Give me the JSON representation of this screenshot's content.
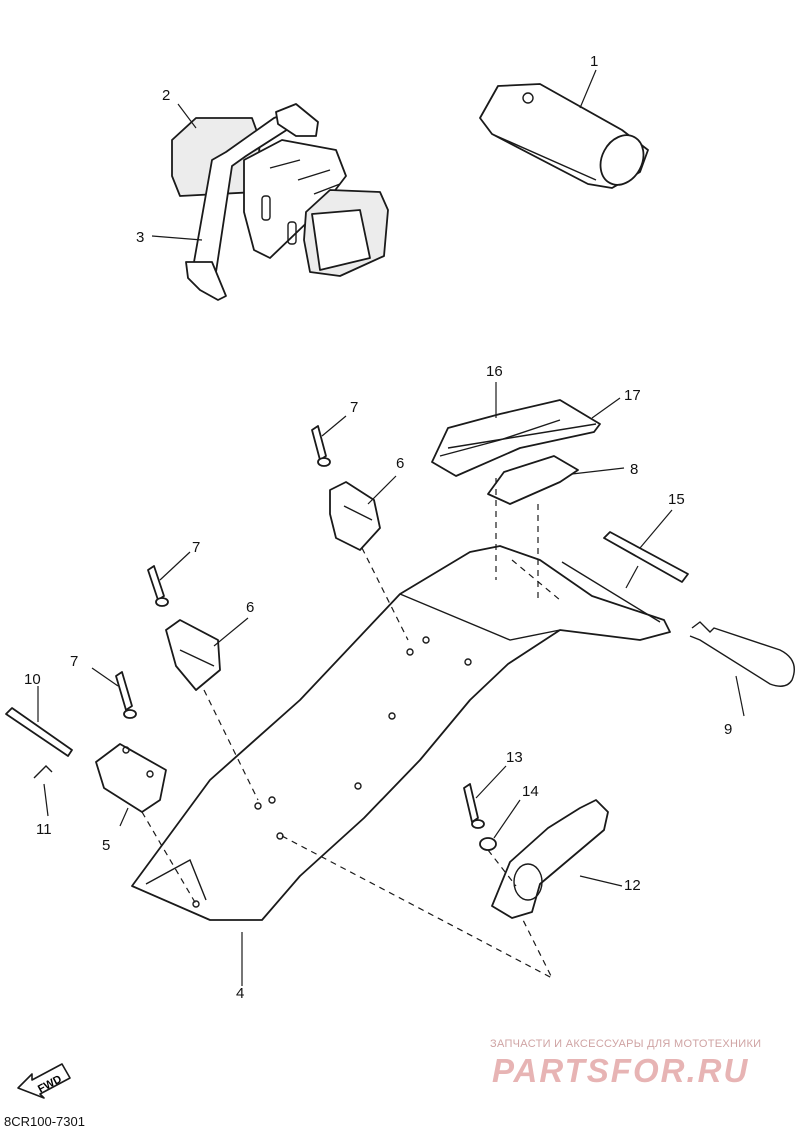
{
  "callouts": [
    "1",
    "2",
    "3",
    "4",
    "5",
    "6",
    "6",
    "7",
    "7",
    "7",
    "8",
    "9",
    "10",
    "11",
    "12",
    "13",
    "14",
    "15",
    "16",
    "17"
  ],
  "fwd_label": "FWD",
  "diagram_code": "8CR100-7301",
  "watermark": {
    "caption": "ЗАПЧАСТИ И АКСЕССУАРЫ ДЛЯ МОТОТЕХНИКИ",
    "logo": "PARTSFOR.RU"
  },
  "colors": {
    "line": "#1a1a1a",
    "background": "#ffffff",
    "watermark": "#e7b4b4"
  }
}
